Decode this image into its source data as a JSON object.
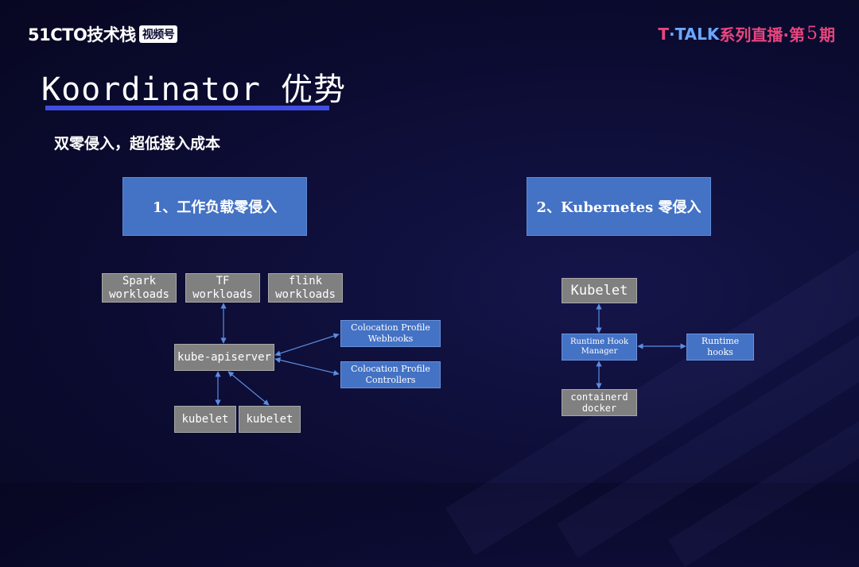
{
  "header": {
    "logo_text": "51CTO技术栈",
    "logo_badge": "视频号",
    "talk_mark": "T",
    "talk_dot": "·",
    "talk_word": "TALK",
    "talk_series": "系列直播·第",
    "talk_issue": "5",
    "talk_suffix": "期"
  },
  "slide": {
    "title": "Koordinator 优势",
    "subtitle": "双零侵入，超低接入成本"
  },
  "section1": {
    "heading": "1、工作负载零侵入",
    "workloads": [
      "Spark workloads",
      "TF workloads",
      "flink workloads"
    ],
    "apiserver": "kube-apiserver",
    "webhooks": "Colocation Profile Webhooks",
    "controllers": "Colocation Profile Controllers",
    "kubelets": [
      "kubelet",
      "kubelet"
    ]
  },
  "section2": {
    "heading": "2、Kubernetes 零侵入",
    "kubelet": "Kubelet",
    "hook_manager": "Runtime Hook Manager",
    "runtime_hooks": "Runtime hooks",
    "containerd": "containerd docker"
  },
  "colors": {
    "background": "#0c0c33",
    "blue_box": "#4472c4",
    "gray_box": "#808080",
    "accent_bar": "#3f4ee0",
    "talk_pink": "#e8457e"
  }
}
